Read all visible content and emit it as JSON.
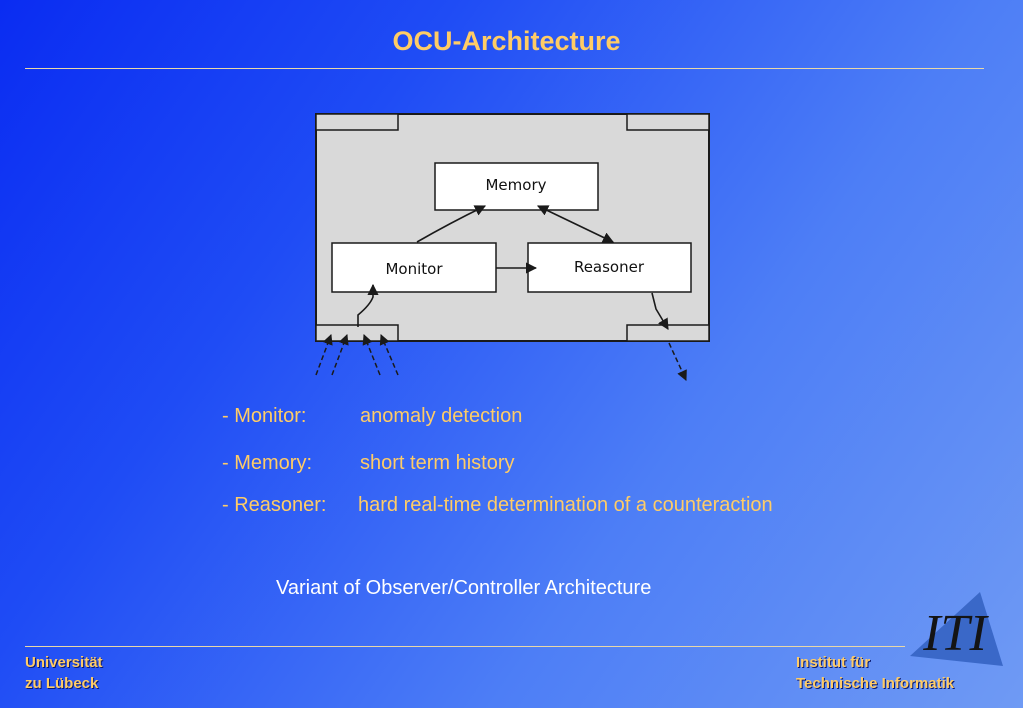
{
  "slide": {
    "title": "OCU-Architecture",
    "caption": "Variant of Observer/Controller Architecture"
  },
  "diagram": {
    "memory_label": "Memory",
    "monitor_label": "Monitor",
    "reasoner_label": "Reasoner"
  },
  "bullets": [
    {
      "term": "- Monitor:",
      "description": "anomaly detection"
    },
    {
      "term": "- Memory:",
      "description": "short term history"
    },
    {
      "term": "- Reasoner:",
      "description": "hard real-time determination of a counteraction"
    }
  ],
  "footer": {
    "left_line1": "Universität",
    "left_line2": "zu Lübeck",
    "right_line1": "Institut für",
    "right_line2": "Technische Informatik",
    "logo_text": "ITI"
  },
  "colors": {
    "accent": "#ffcc66",
    "box_fill": "#ffffff",
    "frame_fill": "#d9d9d9"
  }
}
